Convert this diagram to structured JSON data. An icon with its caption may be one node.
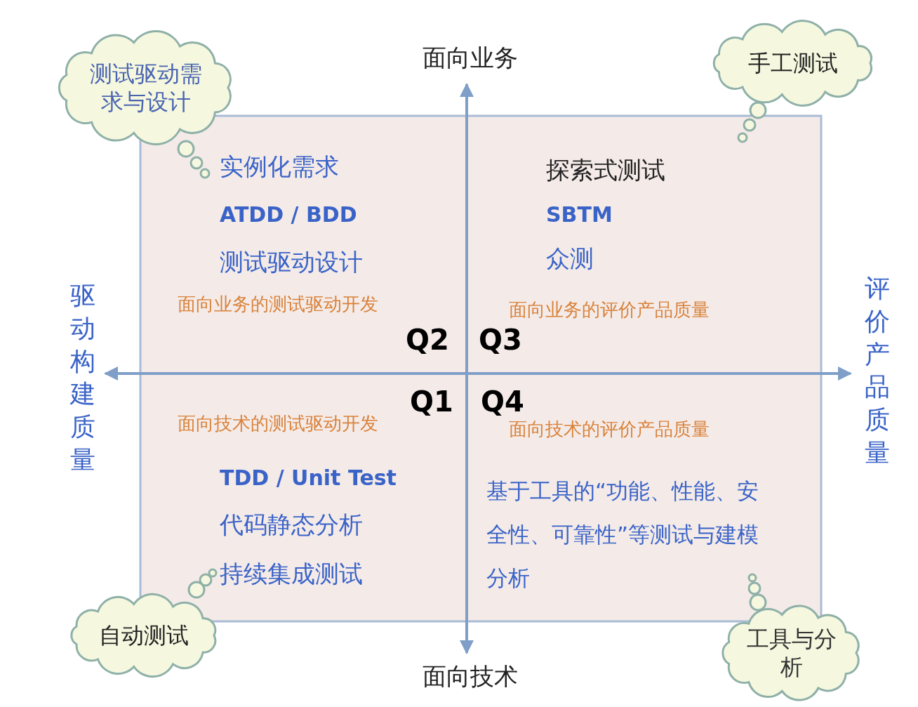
{
  "diagram": {
    "nodes": [
      {
        "text": [
          "测试驱动需求与设计"
        ]
      },
      {
        "text": [
          "手工测试"
        ]
      },
      {
        "text": [
          "自动测试"
        ]
      },
      {
        "text": [
          "工具与分析"
        ]
      }
    ],
    "edges": [],
    "labels": [
      "面向业务",
      "实例化需求",
      "ATDD / BDD",
      "测试驱动设计",
      "面向业务的测试驱动开发",
      "探索式测试",
      "SBTM",
      "众测",
      "面向业务的评价产品质量",
      "Q2",
      "Q3",
      "驱动构建质量",
      "评价产品质量",
      "Q1",
      "Q4",
      "面向技术的测试驱动开发",
      "面向技术的评价产品质量",
      "TDD / Unit Test",
      "代码静态分析",
      "持续集成测试",
      "基于工具的“功能、性能、安全性、可靠性”等测试与建模分析",
      "面向技术"
    ]
  }
}
